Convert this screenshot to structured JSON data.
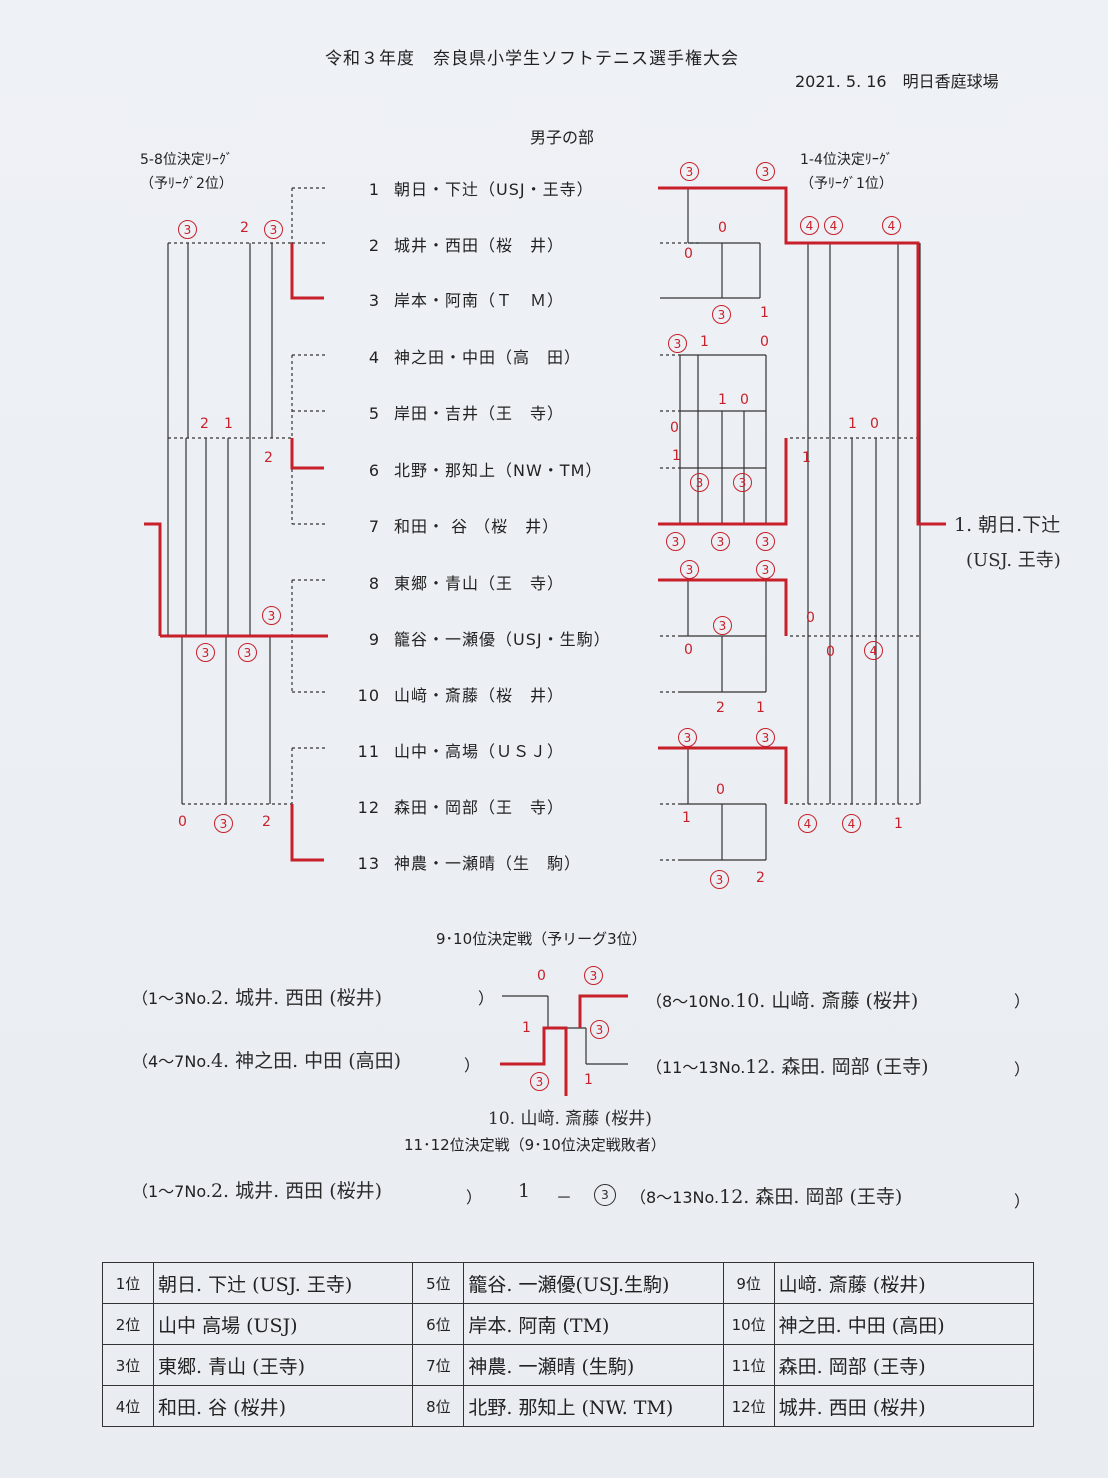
{
  "header": {
    "title": "令和３年度　奈良県小学生ソフトテニス選手権大会",
    "date_venue": "2021. 5. 16　明日香庭球場"
  },
  "division": "男子の部",
  "league_left": {
    "line1": "5-8位決定ﾘｰｸﾞ",
    "line2": "（予ﾘｰｸﾞ2位）"
  },
  "league_right": {
    "line1": "1-4位決定ﾘｰｸﾞ",
    "line2": "（予ﾘｰｸﾞ1位）"
  },
  "players": [
    {
      "no": "1",
      "name": "朝日・下辻（USJ・王寺）"
    },
    {
      "no": "2",
      "name": "城井・西田（桜　井）"
    },
    {
      "no": "3",
      "name": "岸本・阿南（Ｔ　Ｍ）"
    },
    {
      "no": "4",
      "name": "神之田・中田（高　田）"
    },
    {
      "no": "5",
      "name": "岸田・吉井（王　寺）"
    },
    {
      "no": "6",
      "name": "北野・那知上（NW・TM）"
    },
    {
      "no": "7",
      "name": "和田・ 谷 （桜　井）"
    },
    {
      "no": "8",
      "name": "東郷・青山（王　寺）"
    },
    {
      "no": "9",
      "name": "籠谷・一瀬優（USJ・生駒）"
    },
    {
      "no": "10",
      "name": "山﨑・斎藤（桜　井）"
    },
    {
      "no": "11",
      "name": "山中・高場（ＵＳＪ）"
    },
    {
      "no": "12",
      "name": "森田・岡部（王　寺）"
    },
    {
      "no": "13",
      "name": "神農・一瀬晴（生　駒）"
    }
  ],
  "winner_note": {
    "line1": "1. 朝日.下辻",
    "line2": "(USJ. 王寺)"
  },
  "scores": {
    "l_top": [
      "③",
      "2",
      "③"
    ],
    "l_mid": [
      "2",
      "1"
    ],
    "l_mid_side": "2",
    "l_9": [
      "③",
      "③",
      "③"
    ],
    "l_bot": [
      "0",
      "③",
      "2"
    ],
    "r_1": [
      "③",
      "③"
    ],
    "r_2": [
      "0",
      "0"
    ],
    "r_3": [
      "③",
      "1"
    ],
    "r_4": [
      "③",
      "1",
      "0"
    ],
    "r_5": [
      "0",
      "1",
      "0"
    ],
    "r_6": [
      "1",
      "③",
      "③"
    ],
    "r_7": [
      "③",
      "③",
      "③"
    ],
    "r_8": [
      "③",
      "③"
    ],
    "r_9": [
      "③",
      "0"
    ],
    "r_10": [
      "2",
      "1"
    ],
    "r_11": [
      "③",
      "③"
    ],
    "r_12": [
      "1",
      "0"
    ],
    "r_13": [
      "③",
      "2"
    ],
    "f_top": [
      "④",
      "④",
      "④"
    ],
    "f_mid": [
      "1",
      "0"
    ],
    "f_side": "1",
    "f_9": [
      "0",
      "0",
      "④"
    ],
    "f_bot": [
      "④",
      "④",
      "1"
    ]
  },
  "match_9_10": {
    "title": "9･10位決定戦（予リーグ3位）",
    "a_label": "（1～3No.",
    "a_hand": "2. 城井. 西田 (桜井)",
    "b_label": "（4～7No.",
    "b_hand": "4. 神之田. 中田 (高田)",
    "c_label": "（8～10No.",
    "c_hand": "10. 山﨑. 斎藤 (桜井)",
    "d_label": "（11～13No.",
    "d_hand": "12. 森田. 岡部 (王寺)",
    "close": "）",
    "scores": [
      "0",
      "③",
      "1",
      "③",
      "③",
      "1"
    ],
    "winner": "10. 山﨑. 斎藤 (桜井)"
  },
  "match_11_12": {
    "title": "11･12位決定戦（9･10位決定戦敗者）",
    "a_label": "（1～7No.",
    "a_hand": "2. 城井. 西田 (桜井)",
    "b_label": "（8～13No.",
    "b_hand": "12. 森田. 岡部 (王寺)",
    "score_a": "1",
    "dash": "－",
    "score_b": "③",
    "close": "）"
  },
  "results": [
    [
      {
        "rank": "1位",
        "name": "朝日. 下辻 (USJ. 王寺)"
      },
      {
        "rank": "5位",
        "name": "籠谷. 一瀬優(USJ.生駒)"
      },
      {
        "rank": "9位",
        "name": "山﨑. 斎藤 (桜井)"
      }
    ],
    [
      {
        "rank": "2位",
        "name": "山中 高場 (USJ)"
      },
      {
        "rank": "6位",
        "name": "岸本. 阿南 (TM)"
      },
      {
        "rank": "10位",
        "name": "神之田. 中田 (高田)"
      }
    ],
    [
      {
        "rank": "3位",
        "name": "東郷. 青山 (王寺)"
      },
      {
        "rank": "7位",
        "name": "神農. 一瀬晴 (生駒)"
      },
      {
        "rank": "11位",
        "name": "森田. 岡部 (王寺)"
      }
    ],
    [
      {
        "rank": "4位",
        "name": "和田. 谷 (桜井)"
      },
      {
        "rank": "8位",
        "name": "北野. 那知上 (NW. TM)"
      },
      {
        "rank": "12位",
        "name": "城井. 西田 (桜井)"
      }
    ]
  ],
  "colors": {
    "red": "#c8202a",
    "ink": "#222222"
  }
}
